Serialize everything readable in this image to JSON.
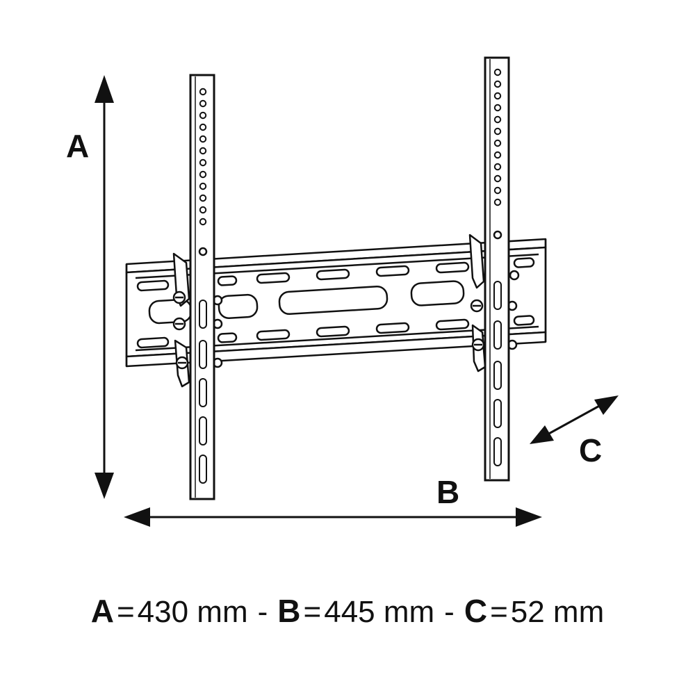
{
  "diagram": {
    "labels": {
      "a": "A",
      "b": "B",
      "c": "C"
    }
  },
  "caption": {
    "a_label": "A",
    "a_value": "430 mm",
    "b_label": "B",
    "b_value": "445 mm",
    "c_label": "C",
    "c_value": "52 mm",
    "equals": "=",
    "separator": "-"
  },
  "colors": {
    "line": "#111111",
    "background": "#ffffff"
  }
}
